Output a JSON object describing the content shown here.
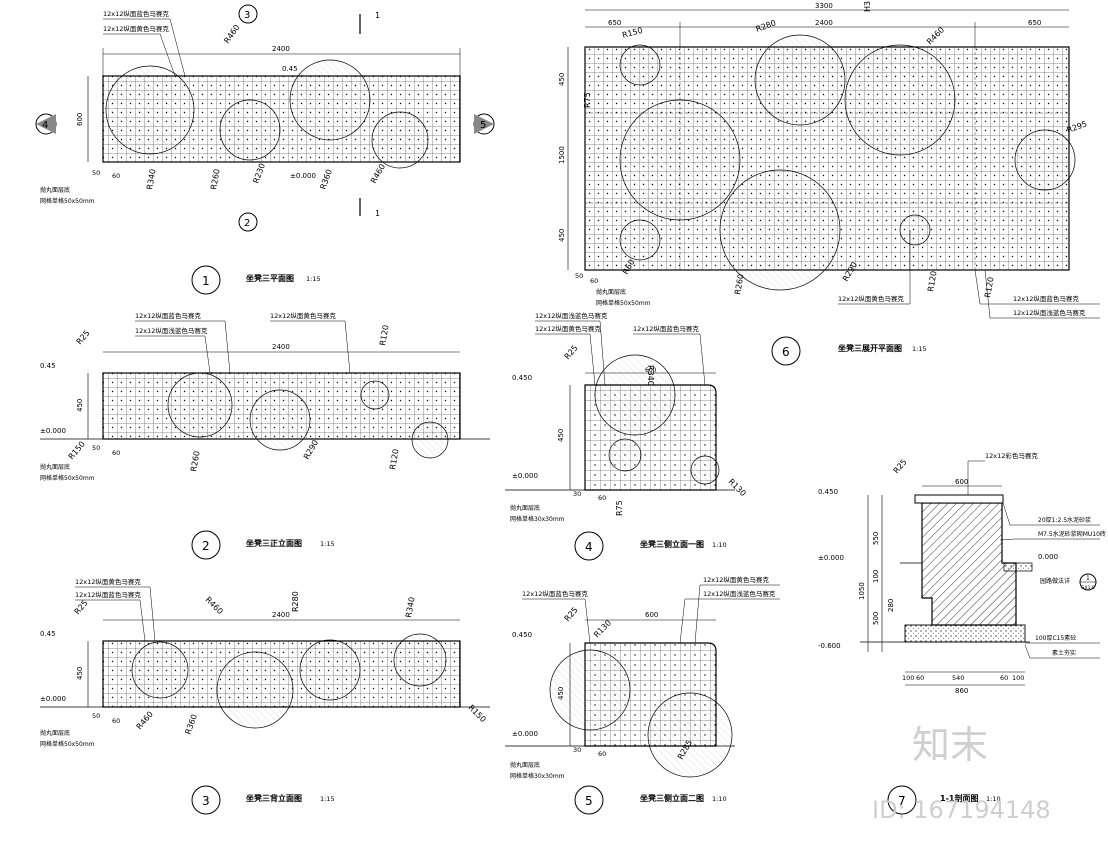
{
  "watermark": {
    "brand": "知末",
    "id": "ID: 167194148"
  },
  "v1": {
    "num": "1",
    "title": "坐凳三平面图",
    "scale": "1:15",
    "note_blue": "12x12纵面蓝色马赛克",
    "note_yellow": "12x12纵面黄色马赛克",
    "dim_total": "2400",
    "dim_600": "600",
    "dim_50": "50",
    "dim_60": "60",
    "elev_045": "0.45",
    "elev_000": "±0.000",
    "r460": "R460",
    "r340": "R340",
    "r260": "R260",
    "r230": "R230",
    "r360": "R360",
    "r460b": "R460",
    "grid_note1": "抛丸面层底",
    "grid_note2": "网格单格50x50mm",
    "sec_left": "4",
    "sec_right": "5",
    "sec_top": "3",
    "sec_bottom": "2",
    "cut": "1"
  },
  "v2": {
    "num": "2",
    "title": "坐凳三正立面图",
    "scale": "1:15",
    "note_blue": "12x12纵面蓝色马赛克",
    "note_lblue": "12x12纵面浅蓝色马赛克",
    "note_yellow": "12x12纵面黄色马赛克",
    "dim_total": "2400",
    "dim_450": "450",
    "dim_50": "50",
    "dim_60": "60",
    "elev_045": "0.45",
    "elev_000": "±0.000",
    "r25": "R25",
    "r120": "R120",
    "r150": "R150",
    "r260": "R260",
    "r290": "R290",
    "r120b": "R120",
    "grid_note1": "抛丸面层底",
    "grid_note2": "网格单格50x50mm"
  },
  "v3": {
    "num": "3",
    "title": "坐凳三背立面图",
    "scale": "1:15",
    "note_yellow": "12x12纵面黄色马赛克",
    "note_blue": "12x12纵面蓝色马赛克",
    "dim_total": "2400",
    "dim_450": "450",
    "dim_50": "50",
    "dim_60": "60",
    "elev_045": "0.45",
    "elev_000": "±0.000",
    "r25": "R25",
    "r460": "R460",
    "r280": "R280",
    "r340": "R340",
    "r460b": "R460",
    "r360": "R360",
    "r150": "R150",
    "grid_note1": "抛丸面层底",
    "grid_note2": "网格单格50x50mm"
  },
  "v4": {
    "num": "4",
    "title": "坐凳三侧立面一图",
    "scale": "1:10",
    "note_lblue": "12x12纵面浅蓝色马赛克",
    "note_yellow": "12x12纵面黄色马赛克",
    "note_blue": "12x12纵面蓝色马赛克",
    "dim_600": "600",
    "dim_450": "450",
    "dim_30": "30",
    "dim_60": "60",
    "elev_045": "0.450",
    "elev_000": "±0.000",
    "r25": "R25",
    "r340": "R340",
    "r75": "R75",
    "r130": "R130",
    "grid_note1": "抛丸面层底",
    "grid_note2": "网格单格30x30mm"
  },
  "v5": {
    "num": "5",
    "title": "坐凳三侧立面二图",
    "scale": "1:10",
    "note_blue": "12x12纵面蓝色马赛克",
    "note_yellow": "12x12纵面黄色马赛克",
    "note_lblue": "12x12纵面浅蓝色马赛克",
    "dim_600": "600",
    "dim_450": "450",
    "dim_30": "30",
    "dim_60": "60",
    "elev_045": "0.450",
    "elev_000": "±0.000",
    "r25": "R25",
    "r130": "R130",
    "r285": "R285",
    "grid_note1": "抛丸面层底",
    "grid_note2": "网格单格30x30mm"
  },
  "v6": {
    "num": "6",
    "title": "坐凳三展开平面图",
    "scale": "1:15",
    "dim_total": "3300",
    "dim_2400": "2400",
    "dim_650a": "650",
    "dim_650b": "650",
    "dim_450a": "450",
    "dim_1500": "1500",
    "dim_450b": "450",
    "dim_50": "50",
    "dim_60": "60",
    "r150": "R150",
    "r280": "R280",
    "r460": "R460",
    "r75": "R75",
    "r295": "R295",
    "r60": "R60",
    "r260": "R260",
    "r290": "R290",
    "r120": "R120",
    "r120b": "R120",
    "h3": "H3",
    "note_yellow": "12x12纵面黄色马赛克",
    "note_blue": "12x12纵面蓝色马赛克",
    "note_lblue": "12x12纵面浅蓝色马赛克",
    "grid_note1": "抛丸面层底",
    "grid_note2": "网格单格50x50mm"
  },
  "v7": {
    "num": "7",
    "title": "1-1剖面图",
    "scale": "1:10",
    "note_top": "12x12彩色马赛克",
    "note_mortar": "20厚1:2.5水泥砂浆",
    "note_brick": "M7.5水泥砂浆砌MU10砖",
    "note_concrete": "100厚C15素砼",
    "note_soil": "素土夯实",
    "note_ground": "园路做法详",
    "ref": "1",
    "ref_sub": "GX1-9",
    "dim_600": "600",
    "dim_550": "550",
    "dim_280": "280",
    "dim_500": "500",
    "dim_100": "100",
    "dim_1050": "1050",
    "dim_100a": "100",
    "dim_60a": "60",
    "dim_540": "540",
    "dim_60b": "60",
    "dim_100b": "100",
    "dim_860": "860",
    "r25": "R25",
    "elev_045": "0.450",
    "elev_000": "±0.000",
    "elev_000b": "0.000",
    "elev_m06": "-0.600"
  }
}
